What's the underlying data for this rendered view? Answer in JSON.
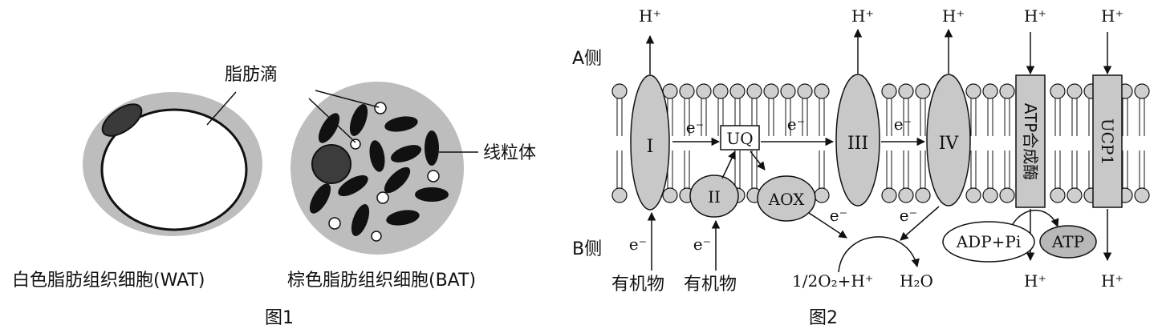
{
  "figure1": {
    "caption": "图1",
    "wat_label": "白色脂肪组织细胞(WAT)",
    "bat_label": "棕色脂肪组织细胞(BAT)",
    "lipid_droplet_label": "脂肪滴",
    "mitochondria_label": "线粒体"
  },
  "figure2": {
    "caption": "图2",
    "side_a": "A侧",
    "side_b": "B侧",
    "h_plus": "H⁺",
    "e_minus": "e⁻",
    "organic_1": "有机物",
    "organic_2": "有机物",
    "complex_1": "I",
    "complex_2": "II",
    "complex_3": "III",
    "complex_4": "IV",
    "uq": "UQ",
    "aox": "AOX",
    "atp_synthase": "ATP合成酶",
    "ucp1": "UCP1",
    "adp_pi": "ADP+Pi",
    "atp": "ATP",
    "oxygen_reactant": "1/2O₂+H⁺",
    "water": "H₂O"
  },
  "colors": {
    "protein_fill": "#c8c8c8",
    "lipid_fill": "#cfcfcf",
    "dark": "#1a1a1a",
    "cell_gray": "#b8b8b8"
  }
}
